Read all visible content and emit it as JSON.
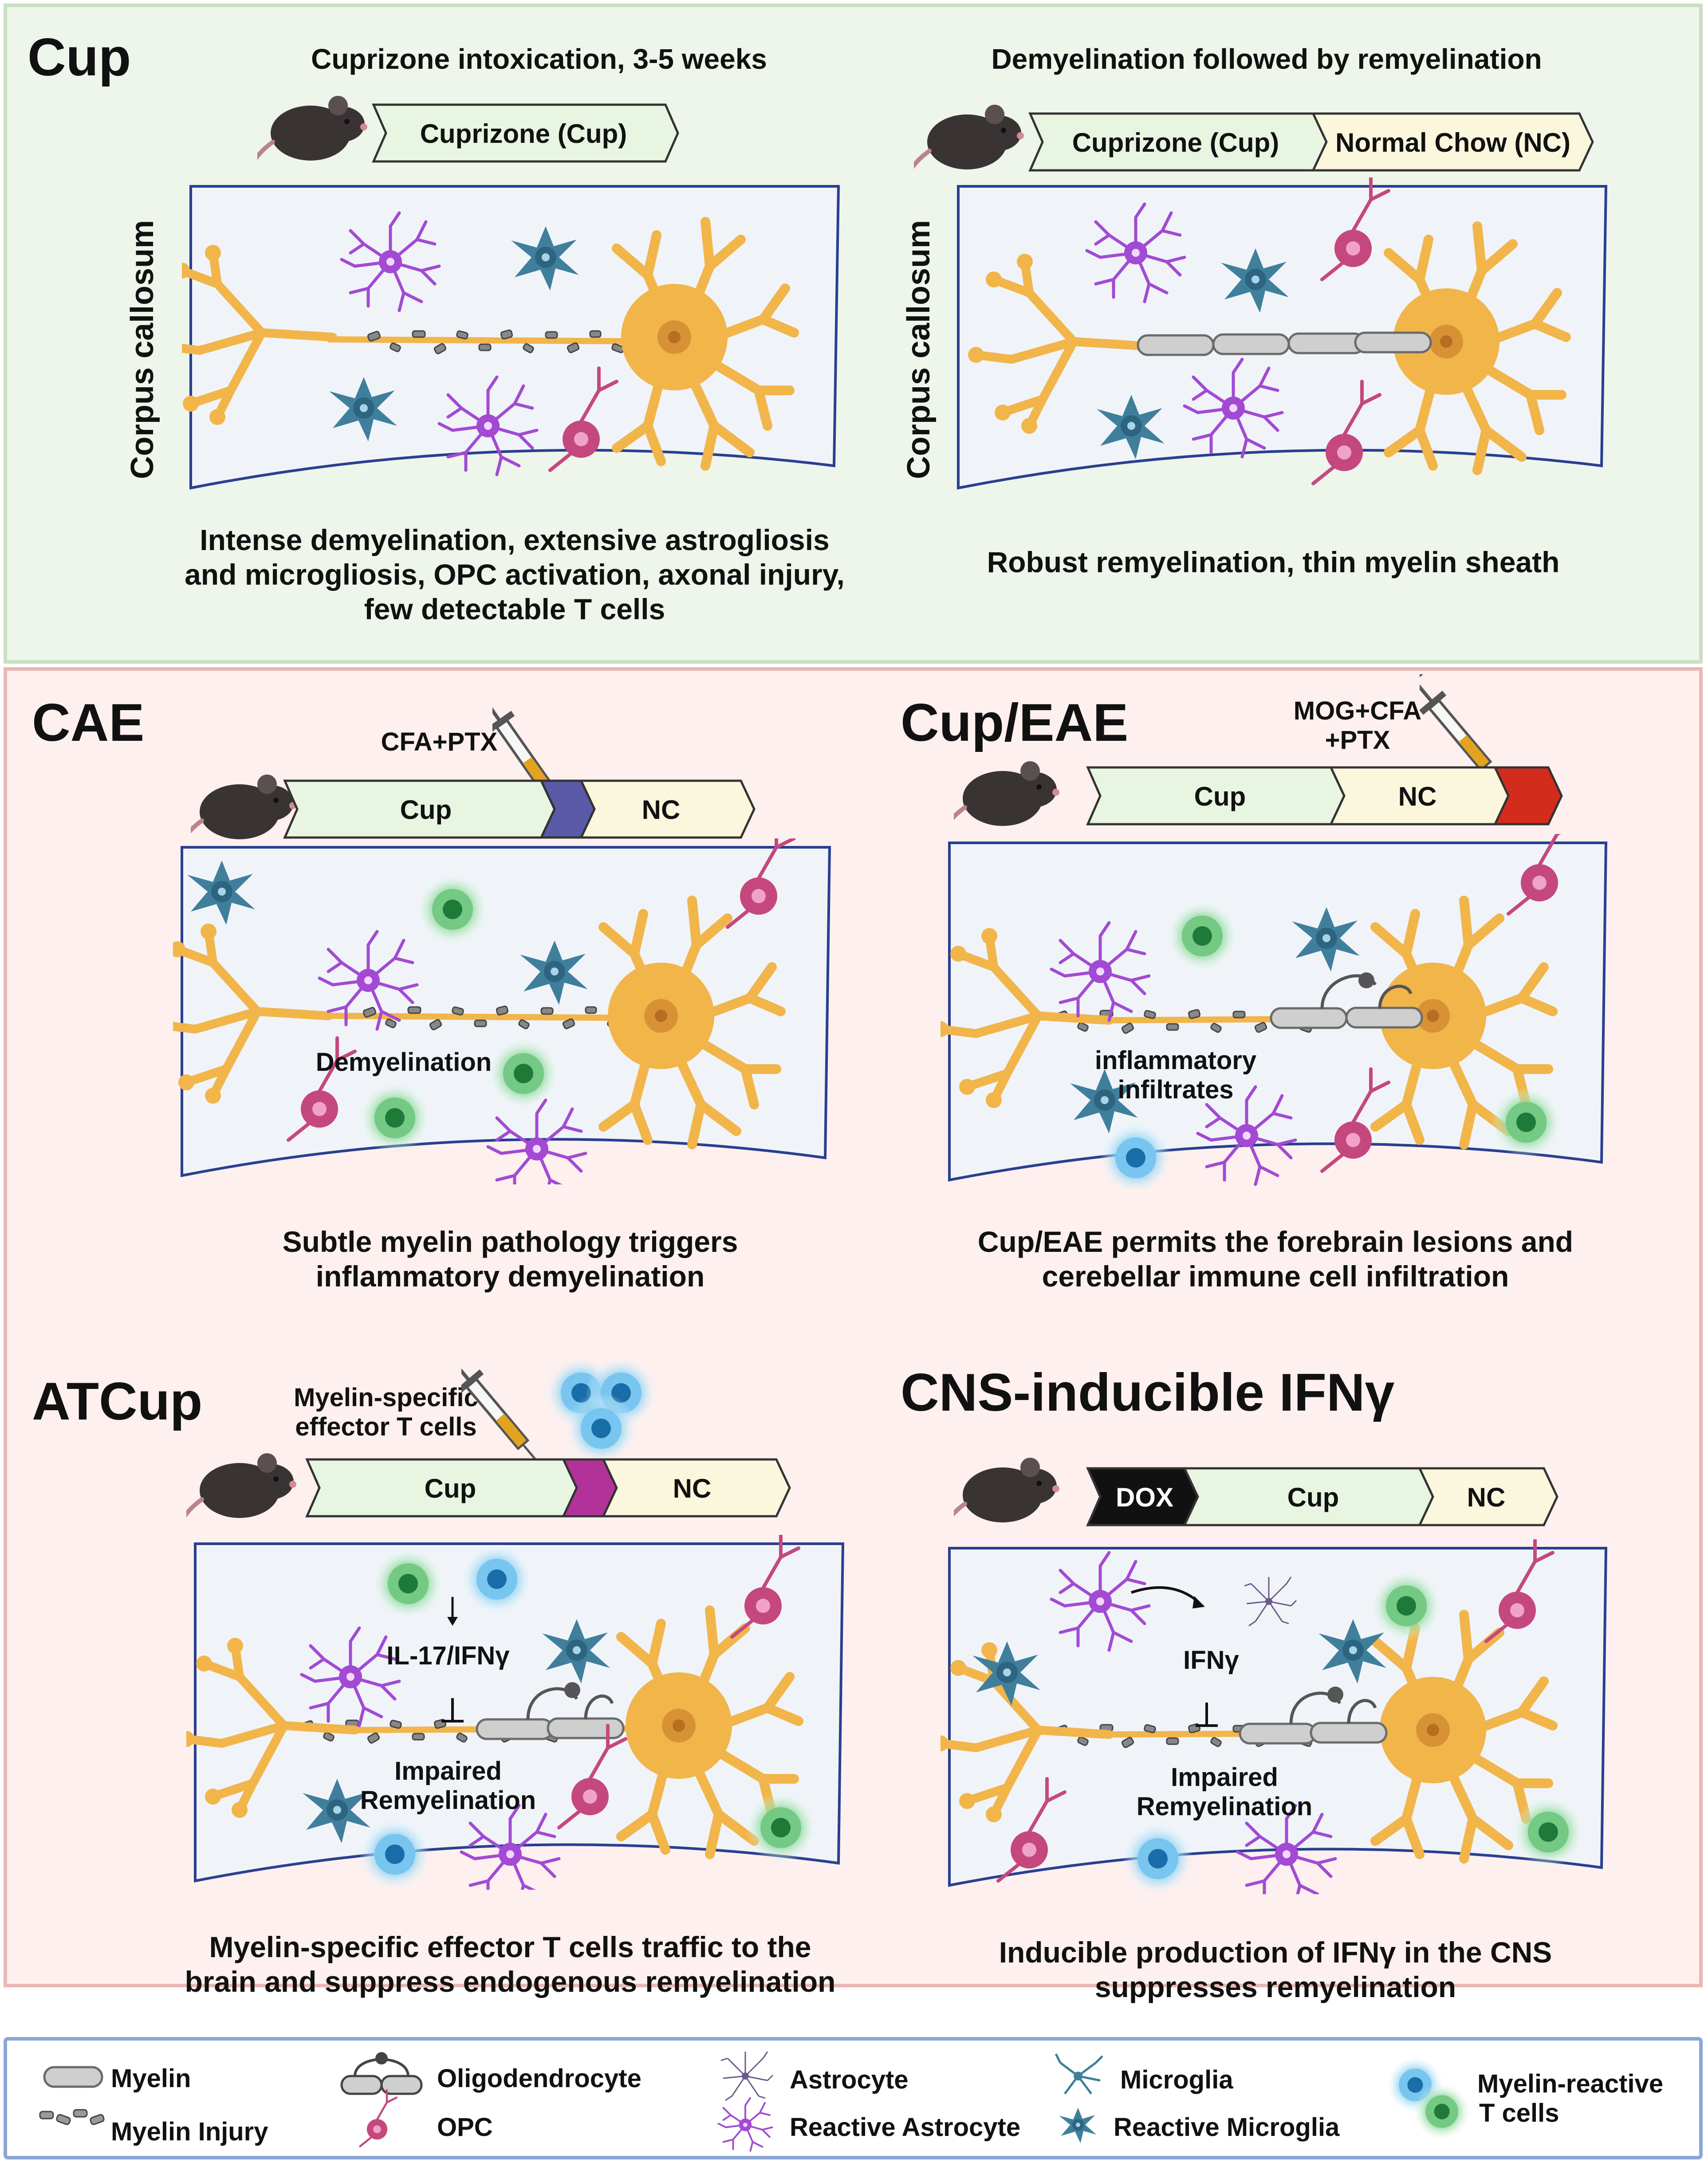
{
  "colors": {
    "cup": "#e8f5e1",
    "nc": "#fbf7dd",
    "neuron": "#f1b54a",
    "reactive_astrocyte": "#a24ad4",
    "microglia": "#3f7f9c",
    "opc": "#c4487e",
    "t_cell_green": "#2e9a4b",
    "t_cell_blue": "#36a4dc",
    "cae_marker": "#5a5aa8",
    "eae_marker": "#d42c1c",
    "atcup_marker": "#b3329a",
    "dox": "#111111"
  },
  "cup": {
    "title": "Cup",
    "left": {
      "subtitle": "Cuprizone intoxication, 3-5 weeks",
      "bar": [
        "Cuprizone (Cup)"
      ],
      "side_label": "Corpus callosum",
      "caption": [
        "Intense demyelination, extensive astrogliosis",
        "and microgliosis, OPC activation, axonal injury,",
        "few detectable T cells"
      ]
    },
    "right": {
      "subtitle": "Demyelination followed by remyelination",
      "bar": [
        "Cuprizone (Cup)",
        "Normal Chow (NC)"
      ],
      "side_label": "Corpus callosum",
      "caption": [
        "Robust remyelination, thin myelin sheath"
      ]
    }
  },
  "cae": {
    "title": "CAE",
    "injection": "CFA+PTX",
    "bar": [
      "Cup",
      "NC"
    ],
    "inner": "Demyelination",
    "caption": [
      "Subtle myelin pathology triggers",
      "inflammatory demyelination"
    ]
  },
  "cupeae": {
    "title": "Cup/EAE",
    "injection": [
      "MOG+CFA",
      "+PTX"
    ],
    "bar": [
      "Cup",
      "NC"
    ],
    "inner": [
      "inflammatory",
      "infiltrates"
    ],
    "caption": [
      "Cup/EAE permits the forebrain lesions and",
      "cerebellar immune cell infiltration"
    ]
  },
  "atcup": {
    "title": "ATCup",
    "injection": [
      "Myelin-specific",
      "effector T cells"
    ],
    "bar": [
      "Cup",
      "NC"
    ],
    "cytokine": "IL-17/IFNγ",
    "inner": [
      "Impaired",
      "Remyelination"
    ],
    "caption": [
      "Myelin-specific  effector T cells traffic to the",
      "brain and suppress endogenous remyelination"
    ]
  },
  "ifng": {
    "title": "CNS-inducible IFNγ",
    "bar": [
      "DOX",
      "Cup",
      "NC"
    ],
    "cytokine": "IFNγ",
    "inner": [
      "Impaired",
      "Remyelination"
    ],
    "caption": [
      "Inducible production of IFNγ in the CNS",
      "suppresses remyelination"
    ]
  },
  "legend": {
    "myelin": "Myelin",
    "myelin_injury": "Myelin Injury",
    "oligodendrocyte": "Oligodendrocyte",
    "opc": "OPC",
    "astrocyte": "Astrocyte",
    "reactive_astrocyte": "Reactive Astrocyte",
    "microglia": "Microglia",
    "reactive_microglia": "Reactive Microglia",
    "t_cells": [
      "Myelin-reactive",
      "T cells"
    ]
  }
}
